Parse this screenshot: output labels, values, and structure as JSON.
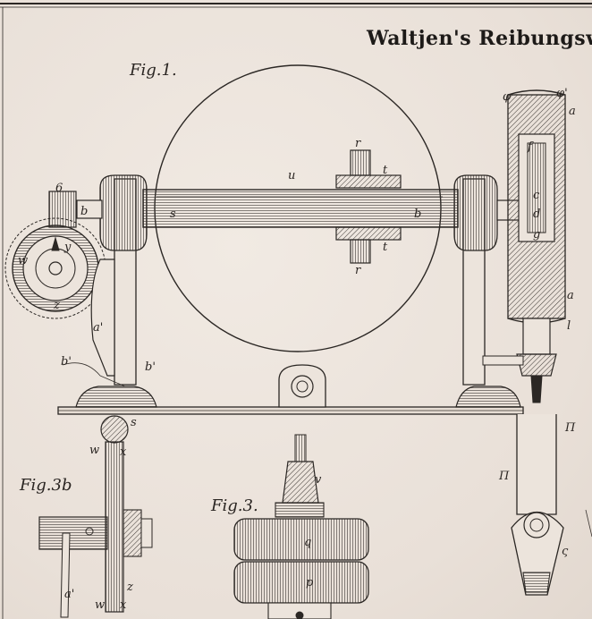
{
  "plate": {
    "title": "Waltjen's Reibungswa."
  },
  "figures": {
    "fig1": "Fig.1.",
    "fig3b": "Fig.3b",
    "fig3": "Fig.3."
  },
  "labels": {
    "u": "u",
    "r": "r",
    "t": "t",
    "b": "b",
    "s": "s",
    "six": "6",
    "y": "y",
    "w": "w",
    "z": "z",
    "x": "x",
    "a_prime": "a'",
    "b_prime": "b'",
    "phi": "φ",
    "phi_prime": "φ'",
    "a": "a",
    "f": "f",
    "c": "c",
    "d": "d",
    "g": "g",
    "l": "l",
    "pi": "Π",
    "sigma": "ς",
    "v": "v",
    "q": "q",
    "p": "p"
  }
}
